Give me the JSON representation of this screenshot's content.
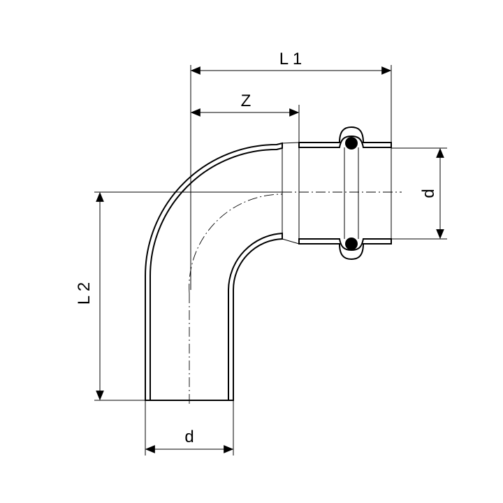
{
  "labels": {
    "length_1": "L 1",
    "length_2": "L 2",
    "insertion_depth": "Z",
    "diameter_horizontal": "d",
    "diameter_vertical": "d"
  }
}
